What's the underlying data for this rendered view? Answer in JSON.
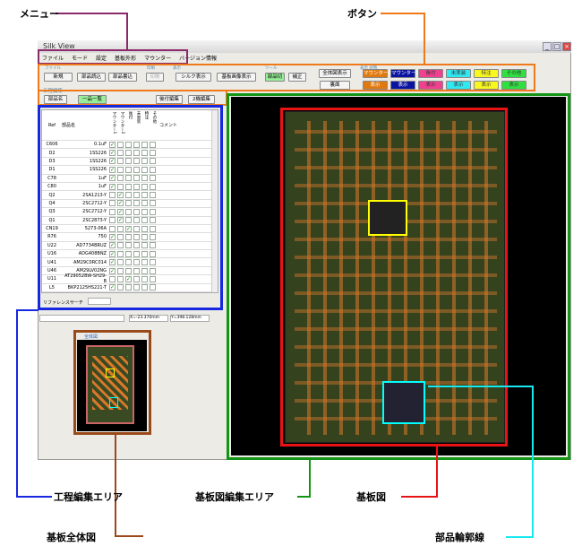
{
  "window": {
    "title": "Silk View"
  },
  "menu": [
    "ファイル",
    "モード",
    "設定",
    "基板外形",
    "マウンター",
    "バージョン情報"
  ],
  "toolbar": {
    "groups": {
      "file": "ファイル",
      "print": "印刷",
      "view": "表示",
      "tool": "ツール",
      "process": "工程編集",
      "display_mode": "表示 状態"
    },
    "new": "新規",
    "load": "部品読込",
    "save": "部品書込",
    "print": "印刷",
    "silk": "シルク表示",
    "board_image": "基板画像表示",
    "cut": "部品切",
    "correct": "補正",
    "overview": "全体図表示",
    "back": "裏面",
    "part_name": "部品名",
    "list": "一品一覧",
    "retrofit_edit": "後付編集",
    "edit2": "2機編集",
    "categories": [
      {
        "label": "マウンター1",
        "show": "表示",
        "color": "#e07a10"
      },
      {
        "label": "マウンター2",
        "show": "表示",
        "color": "#0a14a0"
      },
      {
        "label": "後付",
        "show": "表示",
        "color": "#f04090"
      },
      {
        "label": "未実装",
        "show": "表示",
        "color": "#30e8f0"
      },
      {
        "label": "特注",
        "show": "表示",
        "color": "#f8f820"
      },
      {
        "label": "その他",
        "show": "表示",
        "color": "#30e040"
      }
    ]
  },
  "table": {
    "headers": [
      "Ref",
      "部品名",
      "マウンター1",
      "マウンター2",
      "後付",
      "未実装",
      "特注",
      "その他",
      "コメント"
    ],
    "rows": [
      {
        "ref": "C606",
        "name": "0.1uF",
        "c": 0
      },
      {
        "ref": "D2",
        "name": "1SS226",
        "c": 0
      },
      {
        "ref": "D3",
        "name": "1SS226",
        "c": 0
      },
      {
        "ref": "D1",
        "name": "1SS226",
        "c": 0
      },
      {
        "ref": "C78",
        "name": "1uF",
        "c": 0
      },
      {
        "ref": "C80",
        "name": "1uF",
        "c": 0
      },
      {
        "ref": "Q2",
        "name": "2SA1213-Y",
        "c": 1
      },
      {
        "ref": "Q4",
        "name": "2SC2712-Y",
        "c": 1
      },
      {
        "ref": "Q3",
        "name": "2SC2712-Y",
        "c": 1
      },
      {
        "ref": "Q1",
        "name": "2SC2873-Y",
        "c": 1
      },
      {
        "ref": "CN19",
        "name": "5273-06A",
        "c": 2
      },
      {
        "ref": "R76",
        "name": "750",
        "c": 0
      },
      {
        "ref": "U22",
        "name": "AD7734BRUZ",
        "c": 0
      },
      {
        "ref": "U16",
        "name": "ADG408BNZ",
        "c": 0
      },
      {
        "ref": "U41",
        "name": "AM29C0RC014",
        "c": 0
      },
      {
        "ref": "U46",
        "name": "AM29LV02NG",
        "c": 0
      },
      {
        "ref": "U11",
        "name": "AT29052BW-SH29-B",
        "c": 2
      },
      {
        "ref": "L5",
        "name": "BKP2125HS221-T",
        "c": 0
      }
    ],
    "ref_search_label": "リファレンスサーチ"
  },
  "status": {
    "x": "X=-23.370mm",
    "y": "Y=398.128mm"
  },
  "overview_label": "全体図",
  "annotations": {
    "menu": "メニュー",
    "buttons": "ボタン",
    "process_area": "工程編集エリア",
    "overview": "基板全体図",
    "board_edit_area": "基板図編集エリア",
    "board": "基板図",
    "outline": "部品輪郭線"
  }
}
